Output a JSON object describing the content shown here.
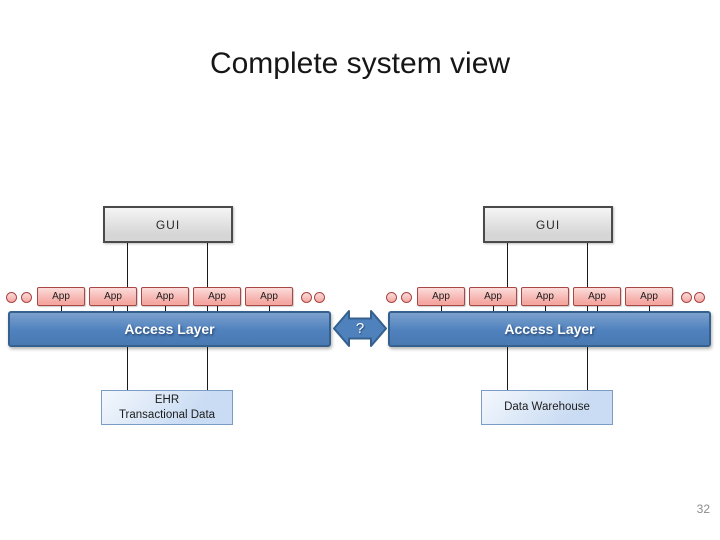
{
  "slide": {
    "title": "Complete system view",
    "page_number": "32"
  },
  "systems": [
    {
      "id": "left",
      "gui_label": "GUI",
      "app_labels": [
        "App",
        "App",
        "App",
        "App",
        "App"
      ],
      "access_layer_label": "Access Layer",
      "datastore_label_lines": [
        "EHR",
        "Transactional Data"
      ]
    },
    {
      "id": "right",
      "gui_label": "GUI",
      "app_labels": [
        "App",
        "App",
        "App",
        "App",
        "App"
      ],
      "access_layer_label": "Access Layer",
      "datastore_label_lines": [
        "Data Warehouse"
      ]
    }
  ],
  "connector": {
    "label": "?"
  },
  "colors": {
    "accent_blue": "#4f81bd",
    "accent_blue_border": "#36618e",
    "app_pink": "#f5a7a2",
    "app_pink_border": "#a84743",
    "gui_gray": "#d6d6d6",
    "gui_border": "#4a4a4a",
    "datastore_blue": "#cadcf3",
    "datastore_border": "#7a9cc6",
    "line_color": "#1a1a1a",
    "title_color": "#161616",
    "page_number_color": "#8c8c8c"
  }
}
